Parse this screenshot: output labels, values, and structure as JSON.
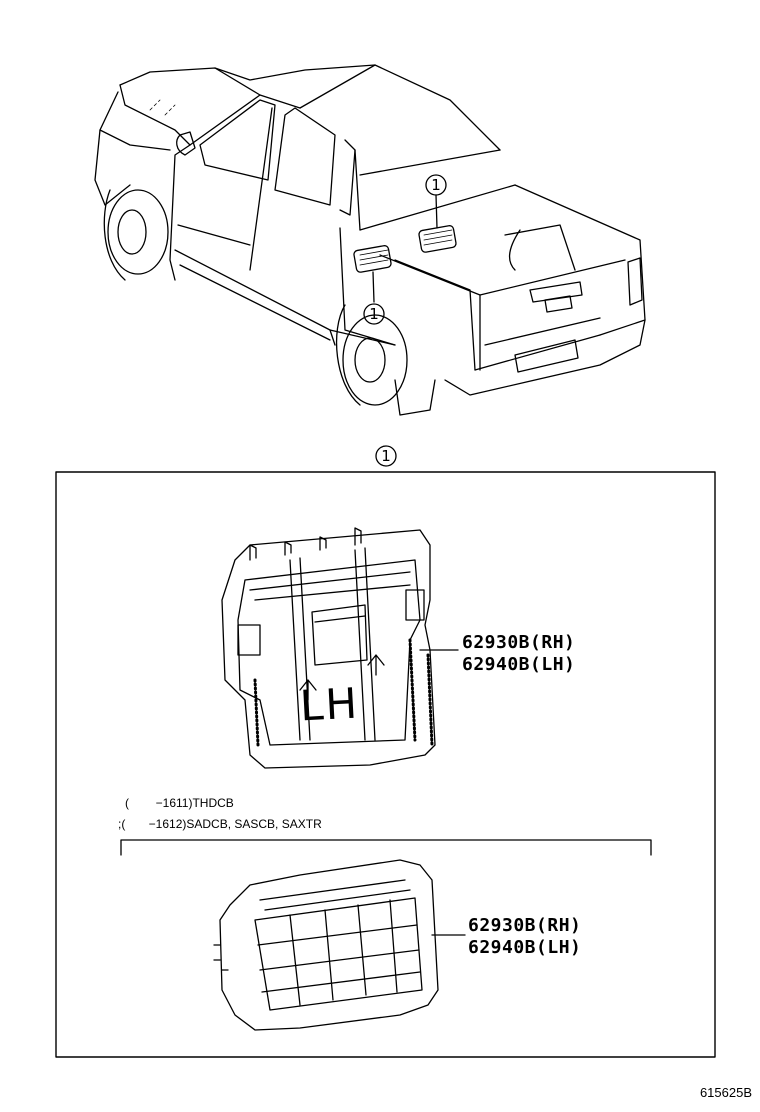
{
  "callout_symbol": "1",
  "parts": [
    {
      "number": "62930B(RH)"
    },
    {
      "number": "62940B(LH)"
    }
  ],
  "panel_label": "LH",
  "notes": [
    "(        −1611)THDCB",
    ";(       −1612)SADCB, SASCB, SAXTR"
  ],
  "figure_id": "615625B"
}
